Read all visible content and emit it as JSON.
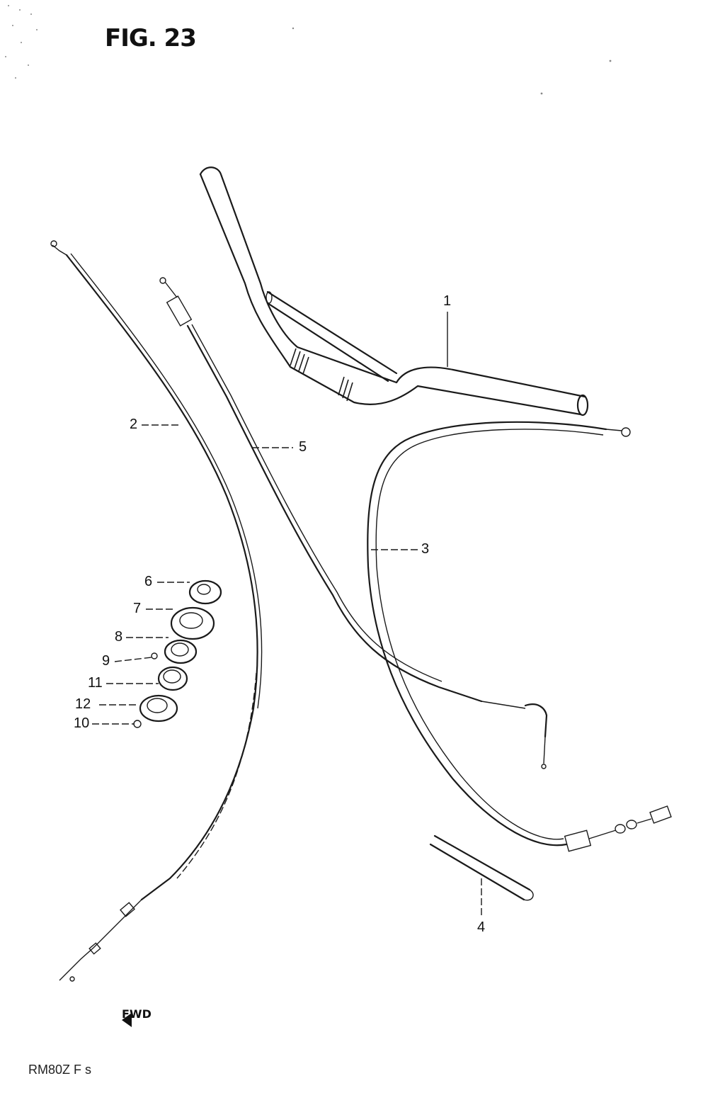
{
  "figure": {
    "title": "FIG. 23",
    "footer": "RM80Z  F s",
    "front_mark": "FWD"
  },
  "callouts": [
    {
      "id": "1",
      "label": "1"
    },
    {
      "id": "2",
      "label": "2"
    },
    {
      "id": "3",
      "label": "3"
    },
    {
      "id": "4",
      "label": "4"
    },
    {
      "id": "5",
      "label": "5"
    },
    {
      "id": "6",
      "label": "6"
    },
    {
      "id": "7",
      "label": "7"
    },
    {
      "id": "8",
      "label": "8"
    },
    {
      "id": "9",
      "label": "9"
    },
    {
      "id": "10",
      "label": "10"
    },
    {
      "id": "11",
      "label": "11"
    },
    {
      "id": "12",
      "label": "12"
    }
  ]
}
